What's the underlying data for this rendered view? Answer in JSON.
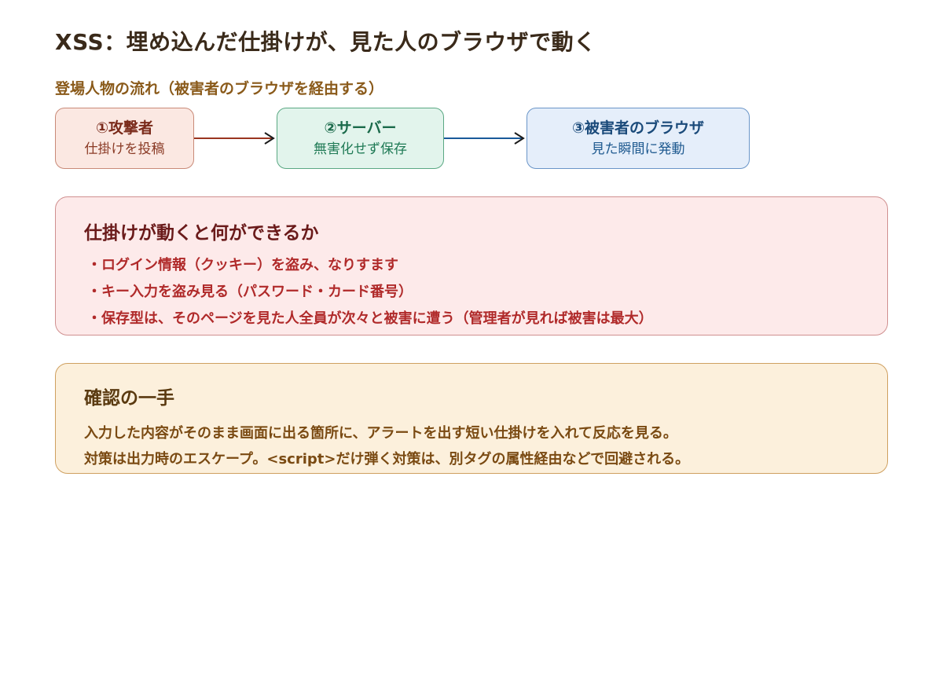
{
  "title": "XSS：埋め込んだ仕掛けが、見た人のブラウザで動く",
  "flow": {
    "heading": "登場人物の流れ（被害者のブラウザを経由する）",
    "nodes": [
      {
        "title": "①攻撃者",
        "sub": "仕掛けを投稿"
      },
      {
        "title": "②サーバー",
        "sub": "無害化せず保存"
      },
      {
        "title": "③被害者のブラウザ",
        "sub": "見た瞬間に発動"
      }
    ],
    "arrow_colors": [
      "#9a3520",
      "#1a5a9a"
    ]
  },
  "impact": {
    "heading": "仕掛けが動くと何ができるか",
    "bullet": "・",
    "items": [
      "ログイン情報（クッキー）を盗み、なりすます",
      "キー入力を盗み見る（パスワード・カード番号）",
      "保存型は、そのページを見た人全員が次々と被害に遭う（管理者が見れば被害は最大）"
    ]
  },
  "tip": {
    "heading": "確認の一手",
    "lines": [
      "入力した内容がそのまま画面に出る箇所に、アラートを出す短い仕掛けを入れて反応を見る。",
      "対策は出力時のエスケープ。<script>だけ弾く対策は、別タグの属性経由などで回避される。"
    ]
  }
}
